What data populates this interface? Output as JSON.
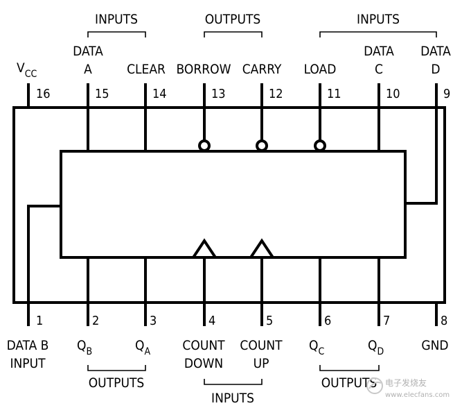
{
  "package": {
    "pins": [
      {
        "number": "16",
        "name": "V",
        "sub": "CC"
      },
      {
        "number": "15",
        "name": "DATA",
        "name2": "A"
      },
      {
        "number": "14",
        "name": "CLEAR"
      },
      {
        "number": "13",
        "name": "BORROW"
      },
      {
        "number": "12",
        "name": "CARRY"
      },
      {
        "number": "11",
        "name": "LOAD"
      },
      {
        "number": "10",
        "name": "DATA",
        "name2": "C"
      },
      {
        "number": "9",
        "name": "DATA",
        "name2": "D"
      },
      {
        "number": "1",
        "name": "DATA B",
        "name2": "INPUT"
      },
      {
        "number": "2",
        "name": "Q",
        "sub": "B"
      },
      {
        "number": "3",
        "name": "Q",
        "sub": "A"
      },
      {
        "number": "4",
        "name": "COUNT",
        "name2": "DOWN"
      },
      {
        "number": "5",
        "name": "COUNT",
        "name2": "UP"
      },
      {
        "number": "6",
        "name": "Q",
        "sub": "C"
      },
      {
        "number": "7",
        "name": "Q",
        "sub": "D"
      },
      {
        "number": "8",
        "name": "GND"
      }
    ]
  },
  "groups": {
    "top_inputs_left": "INPUTS",
    "top_outputs": "OUTPUTS",
    "top_inputs_right": "INPUTS",
    "bottom_outputs_left": "OUTPUTS",
    "bottom_inputs": "INPUTS",
    "bottom_outputs_right": "OUTPUTS"
  },
  "watermark": {
    "line1": "电子发烧友",
    "line2": "www.elecfans.com"
  }
}
